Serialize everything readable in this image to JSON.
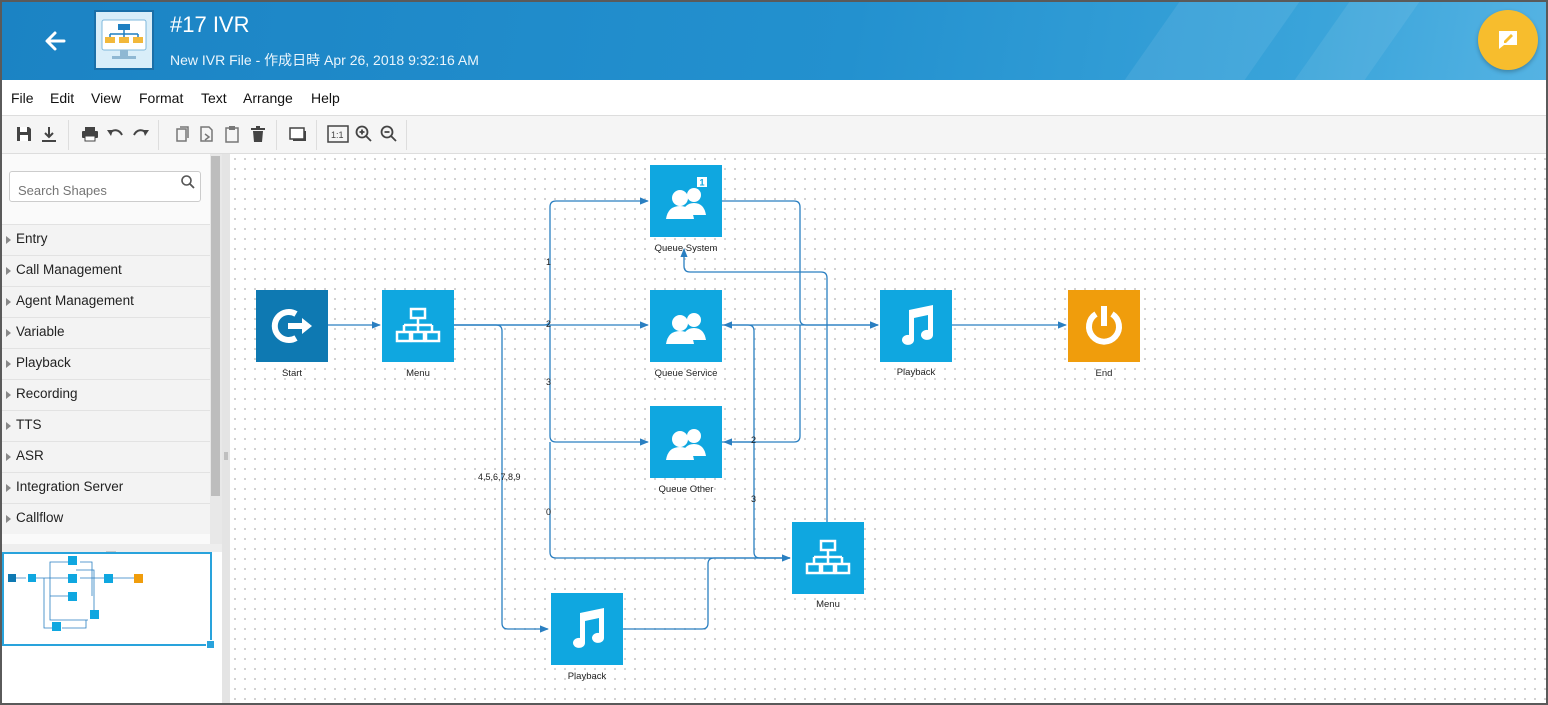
{
  "header": {
    "title": "#17 IVR",
    "subtitle": "New IVR File - 作成日時 Apr 26, 2018 9:32:16 AM"
  },
  "menu": [
    "File",
    "Edit",
    "View",
    "Format",
    "Text",
    "Arrange",
    "Help"
  ],
  "search": {
    "placeholder": "Search Shapes"
  },
  "categories": [
    "Entry",
    "Call Management",
    "Agent Management",
    "Variable",
    "Playback",
    "Recording",
    "TTS",
    "ASR",
    "Integration Server",
    "Callflow"
  ],
  "nodes": {
    "start": "Start",
    "menu1": "Menu",
    "queue_system": "Queue System",
    "queue_service": "Queue Service",
    "queue_other": "Queue Other",
    "playback1": "Playback",
    "end": "End",
    "menu2": "Menu",
    "playback2": "Playback"
  },
  "badge": "1",
  "edge_labels": {
    "e1": "1",
    "e2": "2",
    "e3": "3",
    "e4": "4,5,6,7,8,9",
    "e0": "0",
    "e5": "2",
    "e6": "3"
  },
  "colors": {
    "header": "#1b83c4",
    "node_blue": "#0fa7e0",
    "start_blue": "#0e79b2",
    "end_orange": "#f09d0c",
    "edge": "#2a7fc1",
    "fab": "#f7bd2d"
  }
}
